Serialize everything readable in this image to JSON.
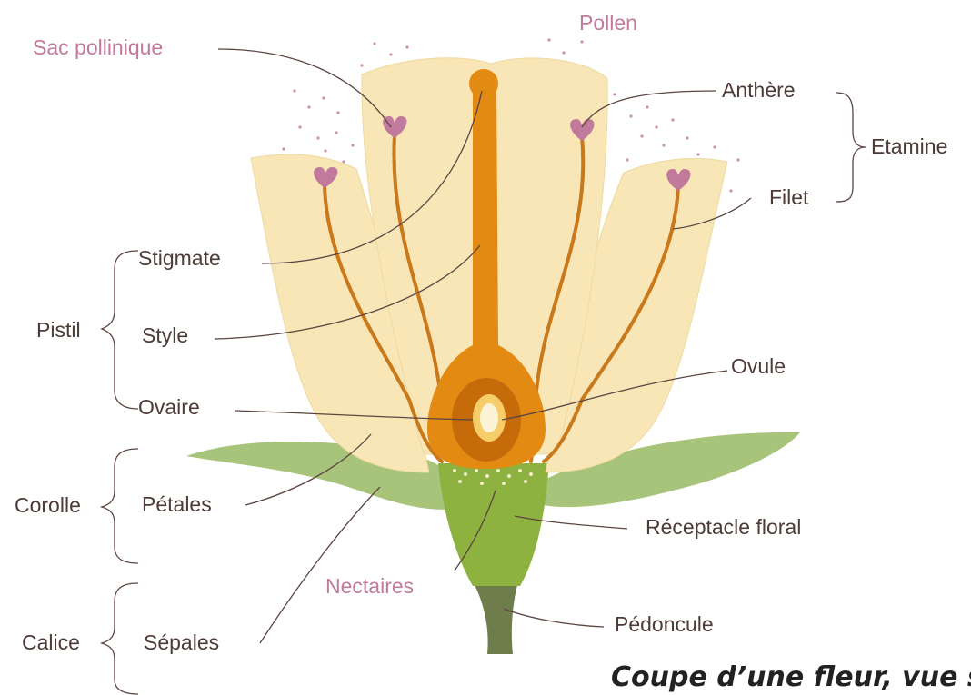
{
  "labels": {
    "sac_pollinique": "Sac pollinique",
    "pollen": "Pollen",
    "anthere": "Anthère",
    "etamine": "Etamine",
    "filet": "Filet",
    "stigmate": "Stigmate",
    "pistil": "Pistil",
    "style": "Style",
    "ovaire": "Ovaire",
    "ovule": "Ovule",
    "corolle": "Corolle",
    "petales": "Pétales",
    "receptacle": "Réceptacle floral",
    "nectaires": "Nectaires",
    "pedoncule": "Pédoncule",
    "calice": "Calice",
    "sepales": "Sépales"
  },
  "caption": "Coupe d’une fleur, vue sc",
  "colors": {
    "petal": "#f8e6b6",
    "sepal": "#a7c47a",
    "receptacle": "#8db23f",
    "peduncle": "#6f7d4d",
    "pistil": "#e38a12",
    "ovary_inner": "#c56b0a",
    "anther": "#c27a9c",
    "filament": "#c9781a",
    "label_text": "#4d3b38",
    "label_pink": "#c27a9c"
  }
}
